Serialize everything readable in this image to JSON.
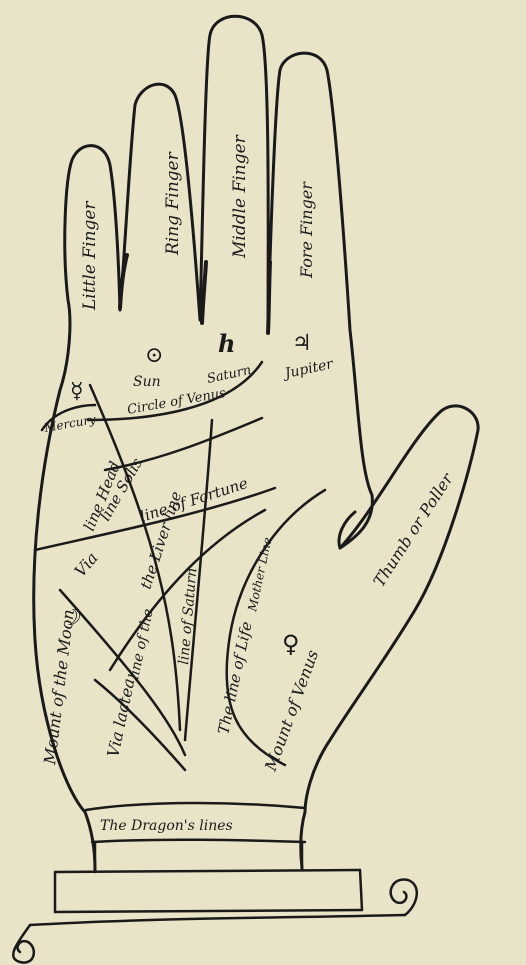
{
  "fingers": {
    "little": "Little Finger",
    "ring": "Ring Finger",
    "middle": "Middle Finger",
    "fore": "Fore Finger",
    "thumb": "Thumb or Poller"
  },
  "symbols": {
    "sun": "⊙",
    "saturn": "h",
    "jupiter": "♃",
    "mercury": "☿",
    "moon": "☽",
    "venus": "♀"
  },
  "mounts": {
    "sun": "Sun",
    "saturn": "Saturn",
    "jupiter": "Jupiter",
    "mercury": "Mercury",
    "moon": "Mount of the Moon",
    "venus": "Mount of Venus"
  },
  "lines": {
    "circle_of_venus": "Circle of Venus",
    "line_solis": "line Solis",
    "line_of_fortune": "line of Fortune",
    "line_head": "line Head",
    "via": "Via",
    "liver_line": "the Liver line",
    "line_of_the": "line of the",
    "line_of_saturn": "line of Saturn",
    "line_of_life_a": "The line of Life",
    "line_of_life_b": "Mother Line",
    "via_lactea": "Via lactea",
    "dragons_lines": "The Dragon's lines"
  }
}
